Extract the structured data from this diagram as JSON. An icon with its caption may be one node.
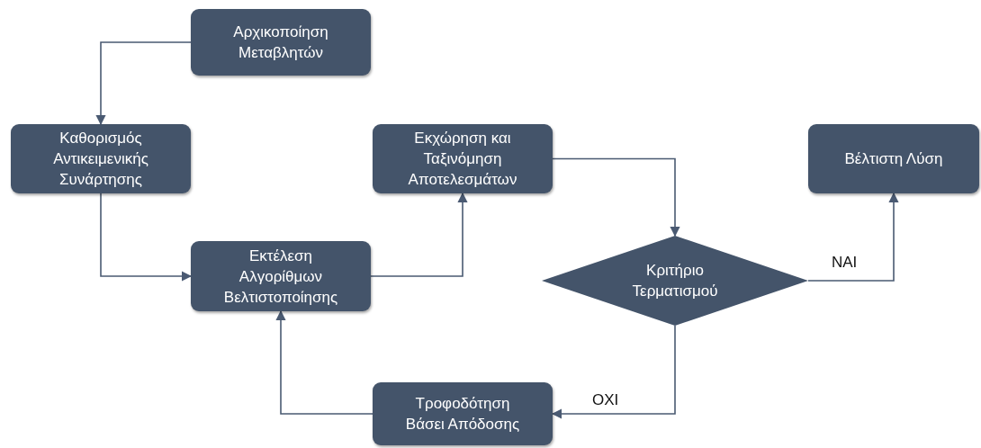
{
  "diagram": {
    "nodes": [
      {
        "text": [
          "Αρχικοποίηση Μεταβλητών"
        ]
      },
      {
        "text": [
          "Καθορισμός Αντικειμενικής Συνάρτησης"
        ]
      },
      {
        "text": [
          "Εκτέλεση Αλγορίθμων Βελτιστοποίησης"
        ]
      },
      {
        "text": [
          "Εκχώρηση και Ταξινόμηση Αποτελεσμάτων"
        ]
      },
      {
        "text": [
          "Κριτήριο Τερματισμού"
        ]
      },
      {
        "text": [
          "Βέλτιστη Λύση"
        ]
      },
      {
        "text": [
          "Τροφοδότηση Βάσει Απόδοσης"
        ]
      }
    ],
    "edges": [
      {
        "from": 0,
        "to": 1,
        "arrow": "to"
      },
      {
        "from": 1,
        "to": 2,
        "arrow": "to"
      },
      {
        "from": 2,
        "to": 3,
        "arrow": "to"
      },
      {
        "from": 3,
        "to": 4,
        "arrow": "to"
      },
      {
        "from": 4,
        "to": 5,
        "arrow": "to",
        "label": "ΝΑΙ"
      },
      {
        "from": 4,
        "to": 6,
        "arrow": "to",
        "label": "ΟΧΙ"
      },
      {
        "from": 6,
        "to": 2,
        "arrow": "to"
      }
    ]
  }
}
